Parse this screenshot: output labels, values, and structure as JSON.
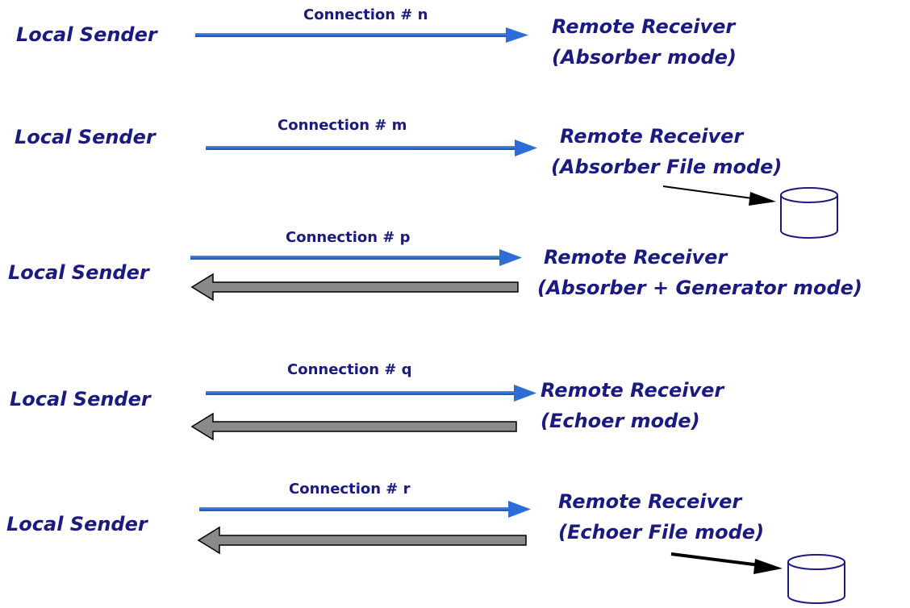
{
  "colors": {
    "text": "#1a1a80",
    "forward_arrow": "#2e6cd6",
    "forward_arrow_dark": "#1c4faa",
    "return_arrow": "#8a8a8a",
    "return_arrow_stroke": "#000000",
    "storage_stroke": "#1a1a80"
  },
  "rows": [
    {
      "sender": "Local Sender",
      "connection": "Connection # n",
      "receiver_line1": "Remote Receiver",
      "receiver_line2": "(Absorber mode)"
    },
    {
      "sender": "Local Sender",
      "connection": "Connection # m",
      "receiver_line1": "Remote Receiver",
      "receiver_line2": "(Absorber File mode)"
    },
    {
      "sender": "Local Sender",
      "connection": "Connection # p",
      "receiver_line1": "Remote Receiver",
      "receiver_line2": "(Absorber + Generator mode)"
    },
    {
      "sender": "Local Sender",
      "connection": "Connection # q",
      "receiver_line1": "Remote Receiver",
      "receiver_line2": "(Echoer mode)"
    },
    {
      "sender": "Local Sender",
      "connection": "Connection # r",
      "receiver_line1": "Remote Receiver",
      "receiver_line2": "(Echoer File mode)"
    }
  ]
}
